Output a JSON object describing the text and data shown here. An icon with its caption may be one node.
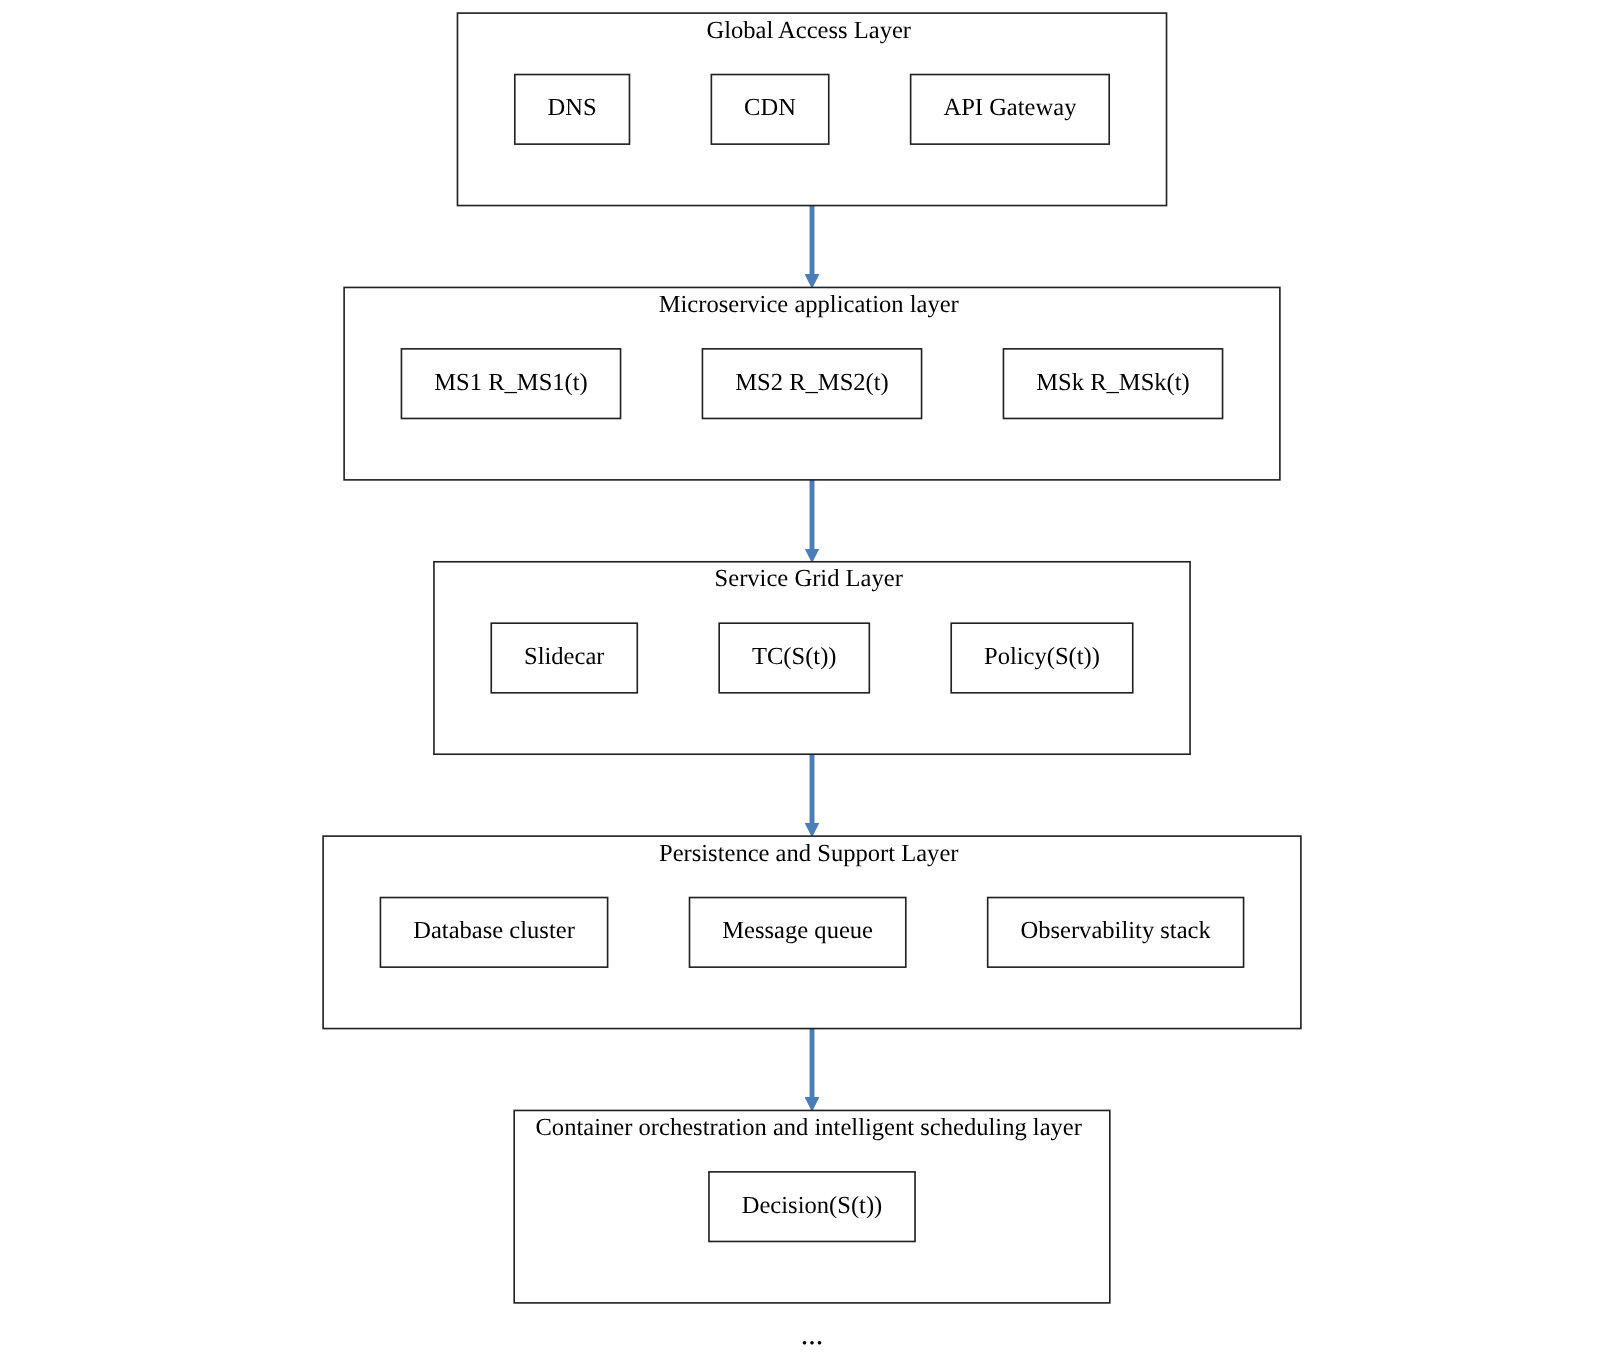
{
  "diagram": {
    "nodes": [
      {
        "text": [
          "Global Access Layer"
        ]
      },
      {
        "text": [
          "DNS"
        ],
        "in": 0
      },
      {
        "text": [
          "CDN"
        ],
        "in": 0
      },
      {
        "text": [
          "API Gateway"
        ],
        "in": 0
      },
      {
        "text": [
          "Microservice application layer"
        ]
      },
      {
        "text": [
          "MS1 R_MS1(t)"
        ],
        "in": 4
      },
      {
        "text": [
          "MS2 R_MS2(t)"
        ],
        "in": 4
      },
      {
        "text": [
          "MSk R_MSk(t)"
        ],
        "in": 4
      },
      {
        "text": [
          "Service Grid Layer"
        ]
      },
      {
        "text": [
          "Slidecar"
        ],
        "in": 8
      },
      {
        "text": [
          "TC(S(t))"
        ],
        "in": 8
      },
      {
        "text": [
          "Policy(S(t))"
        ],
        "in": 8
      },
      {
        "text": [
          "Persistence and Support Layer"
        ]
      },
      {
        "text": [
          "Database cluster"
        ],
        "in": 12
      },
      {
        "text": [
          "Message queue"
        ],
        "in": 12
      },
      {
        "text": [
          "Observability stack"
        ],
        "in": 12
      },
      {
        "text": [
          "Container orchestration and intelligent scheduling layer"
        ]
      },
      {
        "text": [
          "Decision(S(t))"
        ],
        "in": 16
      }
    ],
    "edges": [
      {
        "from": 0,
        "to": 4,
        "arrow": "to"
      },
      {
        "from": 4,
        "to": 8,
        "arrow": "to"
      },
      {
        "from": 8,
        "to": 12,
        "arrow": "to"
      },
      {
        "from": 12,
        "to": 16,
        "arrow": "to"
      }
    ],
    "labels": [
      "..."
    ]
  }
}
